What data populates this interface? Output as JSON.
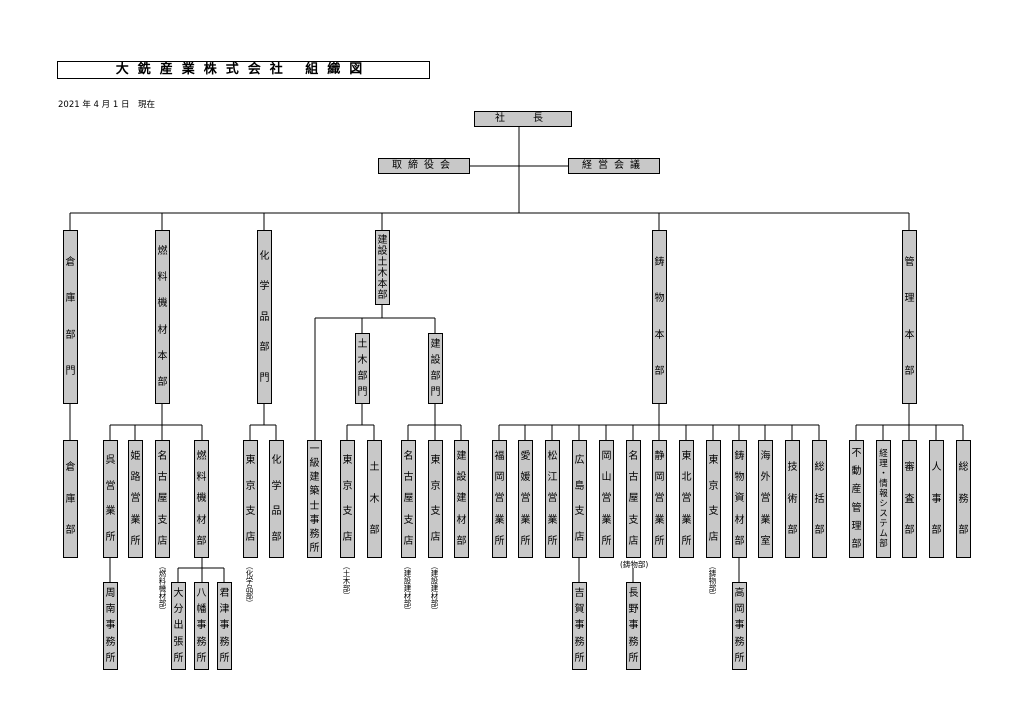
{
  "title": "大銑産業株式会社 組織図",
  "date_text": "2021 年 4 月 1 日　現在",
  "top": {
    "president": "社長",
    "board": "取締役会",
    "management_council": "経営会議"
  },
  "divisions": [
    {
      "id": "d1",
      "label": "倉庫部門"
    },
    {
      "id": "d2",
      "label": "燃料機材本部"
    },
    {
      "id": "d3",
      "label": "化学品部門"
    },
    {
      "id": "d4",
      "label": "建設土木本部"
    },
    {
      "id": "d5",
      "label": "鋳物本部"
    },
    {
      "id": "d6",
      "label": "管理本部"
    }
  ],
  "sub_divisions": [
    {
      "id": "s1",
      "label": "土木部門"
    },
    {
      "id": "s2",
      "label": "建設部門"
    }
  ],
  "departments": [
    {
      "id": "p1",
      "label": "倉庫部"
    },
    {
      "id": "p2",
      "label": "呉営業所"
    },
    {
      "id": "p3",
      "label": "姫路営業所"
    },
    {
      "id": "p4",
      "label": "名古屋支店"
    },
    {
      "id": "p5",
      "label": "燃料機材部"
    },
    {
      "id": "p6",
      "label": "東京支店"
    },
    {
      "id": "p7",
      "label": "化学品部"
    },
    {
      "id": "p8",
      "label": "一級建築士事務所"
    },
    {
      "id": "p9",
      "label": "東京支店"
    },
    {
      "id": "p10",
      "label": "土木部"
    },
    {
      "id": "p11",
      "label": "名古屋支店"
    },
    {
      "id": "p12",
      "label": "東京支店"
    },
    {
      "id": "p13",
      "label": "建設建材部"
    },
    {
      "id": "p14",
      "label": "福岡営業所"
    },
    {
      "id": "p15",
      "label": "愛媛営業所"
    },
    {
      "id": "p16",
      "label": "松江営業所"
    },
    {
      "id": "p17",
      "label": "広島支店"
    },
    {
      "id": "p18",
      "label": "岡山営業所"
    },
    {
      "id": "p19",
      "label": "名古屋支店"
    },
    {
      "id": "p20",
      "label": "静岡営業所"
    },
    {
      "id": "p21",
      "label": "東北営業所"
    },
    {
      "id": "p22",
      "label": "東京支店"
    },
    {
      "id": "p23",
      "label": "鋳物資材部"
    },
    {
      "id": "p24",
      "label": "海外営業室"
    },
    {
      "id": "p25",
      "label": "技術部"
    },
    {
      "id": "p26",
      "label": "総括部"
    },
    {
      "id": "p27",
      "label": "不動産管理部"
    },
    {
      "id": "p28",
      "label": "経理・情報システム部"
    },
    {
      "id": "p29",
      "label": "審査部"
    },
    {
      "id": "p30",
      "label": "人事部"
    },
    {
      "id": "p31",
      "label": "総務部"
    }
  ],
  "notes": [
    {
      "id": "n1",
      "text": "（燃料機材部）"
    },
    {
      "id": "n2",
      "text": "（化学品部）"
    },
    {
      "id": "n3",
      "text": "（土木部）"
    },
    {
      "id": "n4",
      "text": "（建設建材部）"
    },
    {
      "id": "n5",
      "text": "（建設建材部）"
    },
    {
      "id": "n6",
      "text": "(鋳物部)"
    },
    {
      "id": "n7",
      "text": "（鋳物部）"
    }
  ],
  "offices": [
    {
      "id": "o1",
      "label": "周南事務所"
    },
    {
      "id": "o2",
      "label": "大分出張所"
    },
    {
      "id": "o3",
      "label": "八幡事務所"
    },
    {
      "id": "o4",
      "label": "君津事務所"
    },
    {
      "id": "o5",
      "label": "吉賀事務所"
    },
    {
      "id": "o6",
      "label": "長野事務所"
    },
    {
      "id": "o7",
      "label": "高岡事務所"
    }
  ]
}
